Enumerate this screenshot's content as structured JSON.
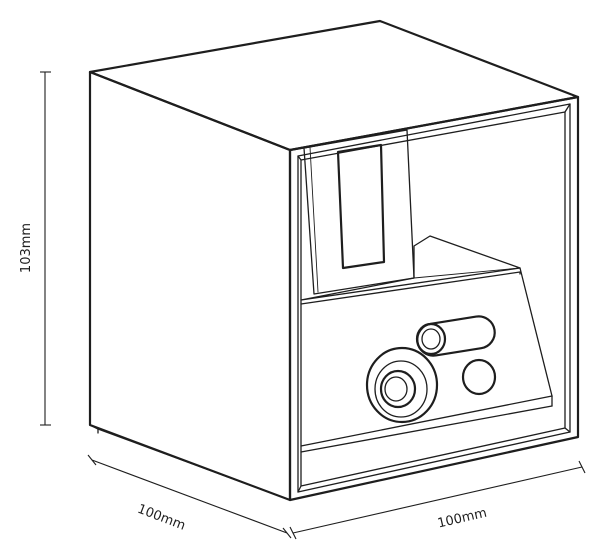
{
  "dimensions": {
    "height": "103mm",
    "depth": "100mm",
    "width": "100mm"
  },
  "colors": {
    "line": "#1e1e1e",
    "background": "#ffffff"
  }
}
